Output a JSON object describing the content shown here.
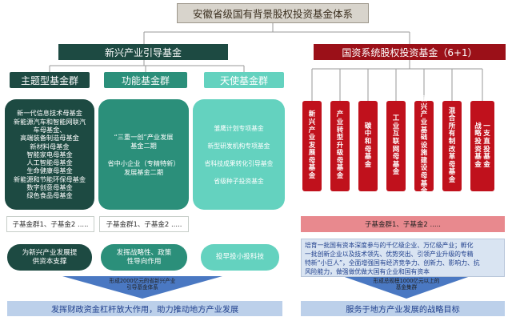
{
  "title": "安徽省级国有背景股权投资基金体系",
  "left": {
    "header": "新兴产业引导基金",
    "groups": [
      {
        "title": "主题型基金群",
        "items": [
          "新一代信息技术母基金",
          "新能源汽车和智能网联汽",
          "车母基金、",
          "高端装备制造母基金",
          "新材料母基金",
          "智能家电母基金",
          "人工智能母基金",
          "生命健康母基金",
          "新能源和节能环保母基金",
          "数字创意母基金",
          "绿色食品母基金"
        ],
        "sub": "子基金群1、子基金2 .....",
        "function": [
          "为新兴产业发展提",
          "供资本支撑"
        ]
      },
      {
        "title": "功能基金群",
        "items": [
          "“三重一创”产业发展",
          "基金二期",
          "",
          "省中小企业（专精特新）",
          "发展基金二期"
        ],
        "sub": "子基金群1、子基金2 .....",
        "function": [
          "发挥战略性、政策",
          "性导向作用"
        ]
      },
      {
        "title": "天使基金群",
        "items": [
          "雏鹰计划专项基金",
          "",
          "新型研发机构专项基金",
          "",
          "省科技成果转化引导基金",
          "",
          "省级种子投资基金"
        ],
        "function": [
          "投早投小投科技"
        ]
      }
    ],
    "arrow_text": [
      "形成2000亿元的省新兴产业",
      "引导基金体系"
    ],
    "bottom": "发挥财政资金杠杆放大作用，助力推动地方产业发展"
  },
  "right": {
    "header": "国资系统股权投资基金（6+1）",
    "funds": [
      [
        "新兴产业发展母基金"
      ],
      [
        "产业转型升级母基金"
      ],
      [
        "碳中和母基金"
      ],
      [
        "工业互联网母基金"
      ],
      [
        "新兴产业基础设施建设母基金"
      ],
      [
        "混合所有制改革母基金"
      ],
      [
        "一支直投基金",
        "战略投资基金"
      ]
    ],
    "sub": "子基金群1、子基金2 .....",
    "description": [
      "培育一批国有资本深度参与的千亿级企业、万亿级产业；孵化",
      "一批创新企业以及技术领先、优势突出、引领产业升级的专精",
      "特新“小巨人”，全面增强国有经济竞争力、创新力、影响力、抗",
      "风险能力，做强做优做大国有企业和国有资本"
    ],
    "arrow_text": [
      "形成总规模1000亿元以上的",
      "基金集群"
    ],
    "bottom": "服务于地方产业发展的战略目标"
  },
  "colors": {
    "dark_green": "#1d4a42",
    "mid_green": "#2b8f7a",
    "light_green": "#64d2bf",
    "red": "#c0111c",
    "blue_bar": "#bcd0ea"
  }
}
